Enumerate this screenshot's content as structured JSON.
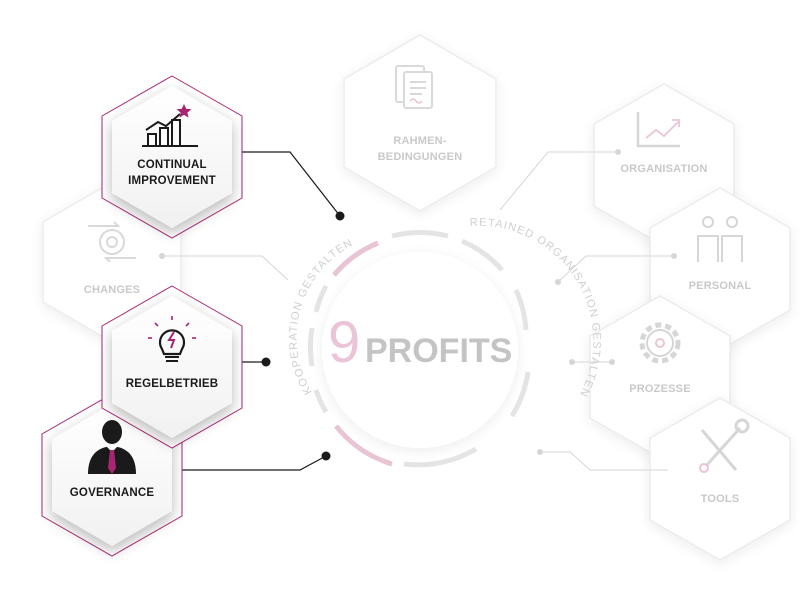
{
  "center": {
    "number": "9",
    "word": "PROFITS"
  },
  "ring": {
    "left_text": "KOOPERATION GESTALTEN",
    "right_text": "RETAINED ORGANISATION GESTALTEN"
  },
  "left_nodes": [
    {
      "id": "continual",
      "lines": [
        "CONTINUAL",
        "IMPROVEMENT"
      ],
      "active": true,
      "icon": "chart-star-icon"
    },
    {
      "id": "changes",
      "lines": [
        "CHANGES"
      ],
      "active": false,
      "icon": "gear-people-cycle-icon"
    },
    {
      "id": "regelbetrieb",
      "lines": [
        "REGELBETRIEB"
      ],
      "active": true,
      "icon": "lightbulb-icon"
    },
    {
      "id": "governance",
      "lines": [
        "GOVERNANCE"
      ],
      "active": true,
      "icon": "businessman-icon"
    }
  ],
  "top_node": {
    "id": "rahmen",
    "lines": [
      "RAHMEN-",
      "BEDINGUNGEN"
    ],
    "active": false,
    "icon": "documents-icon"
  },
  "right_nodes": [
    {
      "id": "organisation",
      "lines": [
        "ORGANISATION"
      ],
      "active": false,
      "icon": "growth-chart-icon"
    },
    {
      "id": "personal",
      "lines": [
        "PERSONAL"
      ],
      "active": false,
      "icon": "people-icon"
    },
    {
      "id": "prozesse",
      "lines": [
        "PROZESSE"
      ],
      "active": false,
      "icon": "cog-icon"
    },
    {
      "id": "tools",
      "lines": [
        "TOOLS"
      ],
      "active": false,
      "icon": "wrench-screwdriver-icon"
    }
  ],
  "colors": {
    "accent": "#a8266f",
    "accent_light": "#ecc4d7",
    "dark": "#1a1a1a",
    "faded": "#d6d6d6",
    "ring": "#dcdcdc"
  }
}
